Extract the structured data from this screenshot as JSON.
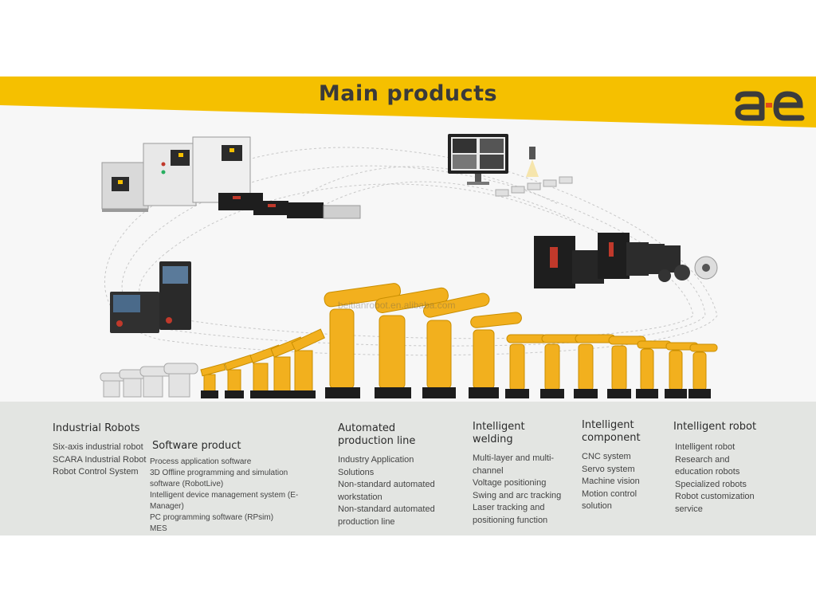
{
  "header": {
    "title": "Main products",
    "logo_text": "a-e",
    "accent_color": "#f5c000",
    "logo_color": "#3c3c3c"
  },
  "watermark": "beitianrobot.en.alibaba.com",
  "categories": [
    {
      "title": "Industrial Robots",
      "items": [
        "Six-axis industrial robot",
        "SCARA Industrial Robot",
        "Robot Control System"
      ]
    },
    {
      "title": "Software product",
      "items": [
        "Process application software",
        "3D Offline programming and simulation software (RobotLive)",
        "Intelligent device management system (E-Manager)",
        "PC programming software (RPsim)",
        "MES"
      ]
    },
    {
      "title": "Automated production line",
      "items": [
        "Industry Application Solutions",
        "Non-standard automated workstation",
        "Non-standard automated production line"
      ]
    },
    {
      "title": "Intelligent welding",
      "items": [
        "Multi-layer and multi-channel",
        "Voltage positioning",
        "Swing and arc tracking",
        "Laser tracking and positioning function"
      ]
    },
    {
      "title": "Intelligent component",
      "items": [
        "CNC system",
        "Servo system",
        "Machine vision",
        "Motion control solution"
      ]
    },
    {
      "title": "Intelligent robot",
      "items": [
        "Intelligent robot",
        "Research and education robots",
        "Specialized robots",
        "Robot customization service"
      ]
    }
  ]
}
